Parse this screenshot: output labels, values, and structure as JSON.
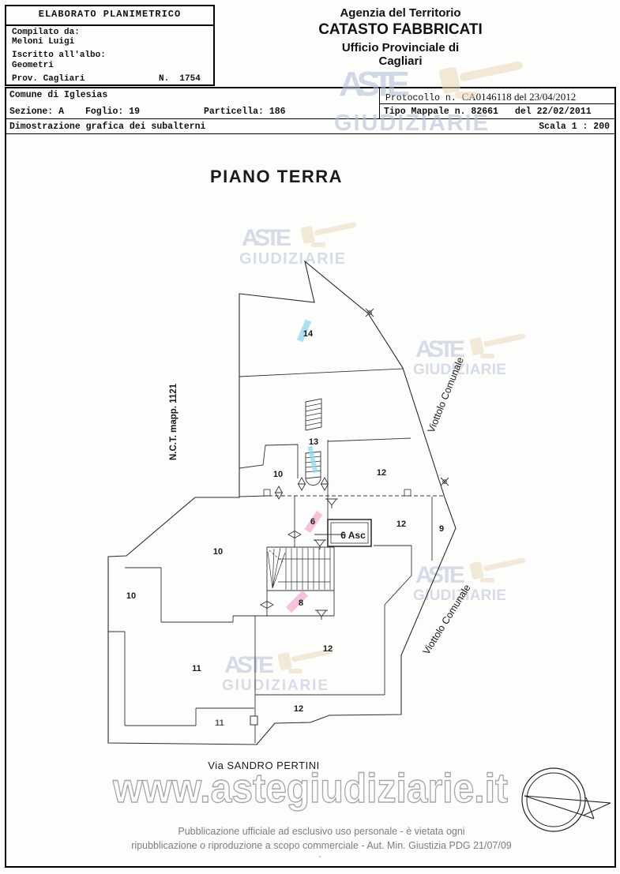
{
  "header": {
    "left_box": {
      "title": "ELABORATO PLANIMETRICO",
      "compiled_label": "Compilato da:",
      "compiled_value": "Meloni Luigi",
      "register_label": "Iscritto all'albo:",
      "register_value": "Geometri",
      "province": "Prov. Cagliari",
      "number": "N.  1754"
    },
    "agency": {
      "line1": "Agenzia del Territorio",
      "line2": "CATASTO FABBRICATI",
      "line3": "Ufficio Provinciale di",
      "line4": "Cagliari"
    },
    "row1": {
      "comune": "Comune di Iglesias",
      "protocol_label": "Protocollo n. ",
      "protocol_value": "CA0146118 del 23/04/2012"
    },
    "row2": {
      "sezione": "Sezione: A",
      "foglio": "Foglio: 19",
      "particella": "Particella: 186",
      "tipo": "Tipo Mappale n. 82661",
      "tipo_date": "del 22/02/2011"
    },
    "row3": {
      "caption": "Dimostrazione grafica dei subalterni",
      "scale": "Scala 1 : 200"
    }
  },
  "plan": {
    "title": "PIANO TERRA",
    "rooms": [
      {
        "t": "14"
      },
      {
        "t": "13"
      },
      {
        "t": "10"
      },
      {
        "t": "12"
      },
      {
        "t": "6"
      },
      {
        "t": "6 Asc"
      },
      {
        "t": "12"
      },
      {
        "t": "9"
      },
      {
        "t": "10"
      },
      {
        "t": "10"
      },
      {
        "t": "8"
      },
      {
        "t": "11"
      },
      {
        "t": "12"
      },
      {
        "t": "12"
      },
      {
        "t": "11"
      }
    ],
    "street1": "Viottolo Comunale",
    "street2": "Viottolo Comunale",
    "nct": "N.C.T. mapp. 1121",
    "via": "Via SANDRO PERTINI"
  },
  "watermark": {
    "aste": "ASTE",
    "giudiziarie": "GIUDIZIARIE",
    "url": "www.astegiudiziarie.it"
  },
  "footer": {
    "line1": "Pubblicazione ufficiale ad esclusivo uso personale - è vietata ogni",
    "line2": "ripubblicazione o riproduzione a scopo commerciale - Aut. Min. Giustizia PDG 21/07/09",
    "dash": "-"
  },
  "colors": {
    "marker_cyan": "#8ed8ee",
    "marker_pink": "#f2a2cc",
    "watermark_blue": "#b5c1d6",
    "gavel_beige": "#e9d6b6",
    "footer_gray": "#7e7e7e"
  }
}
